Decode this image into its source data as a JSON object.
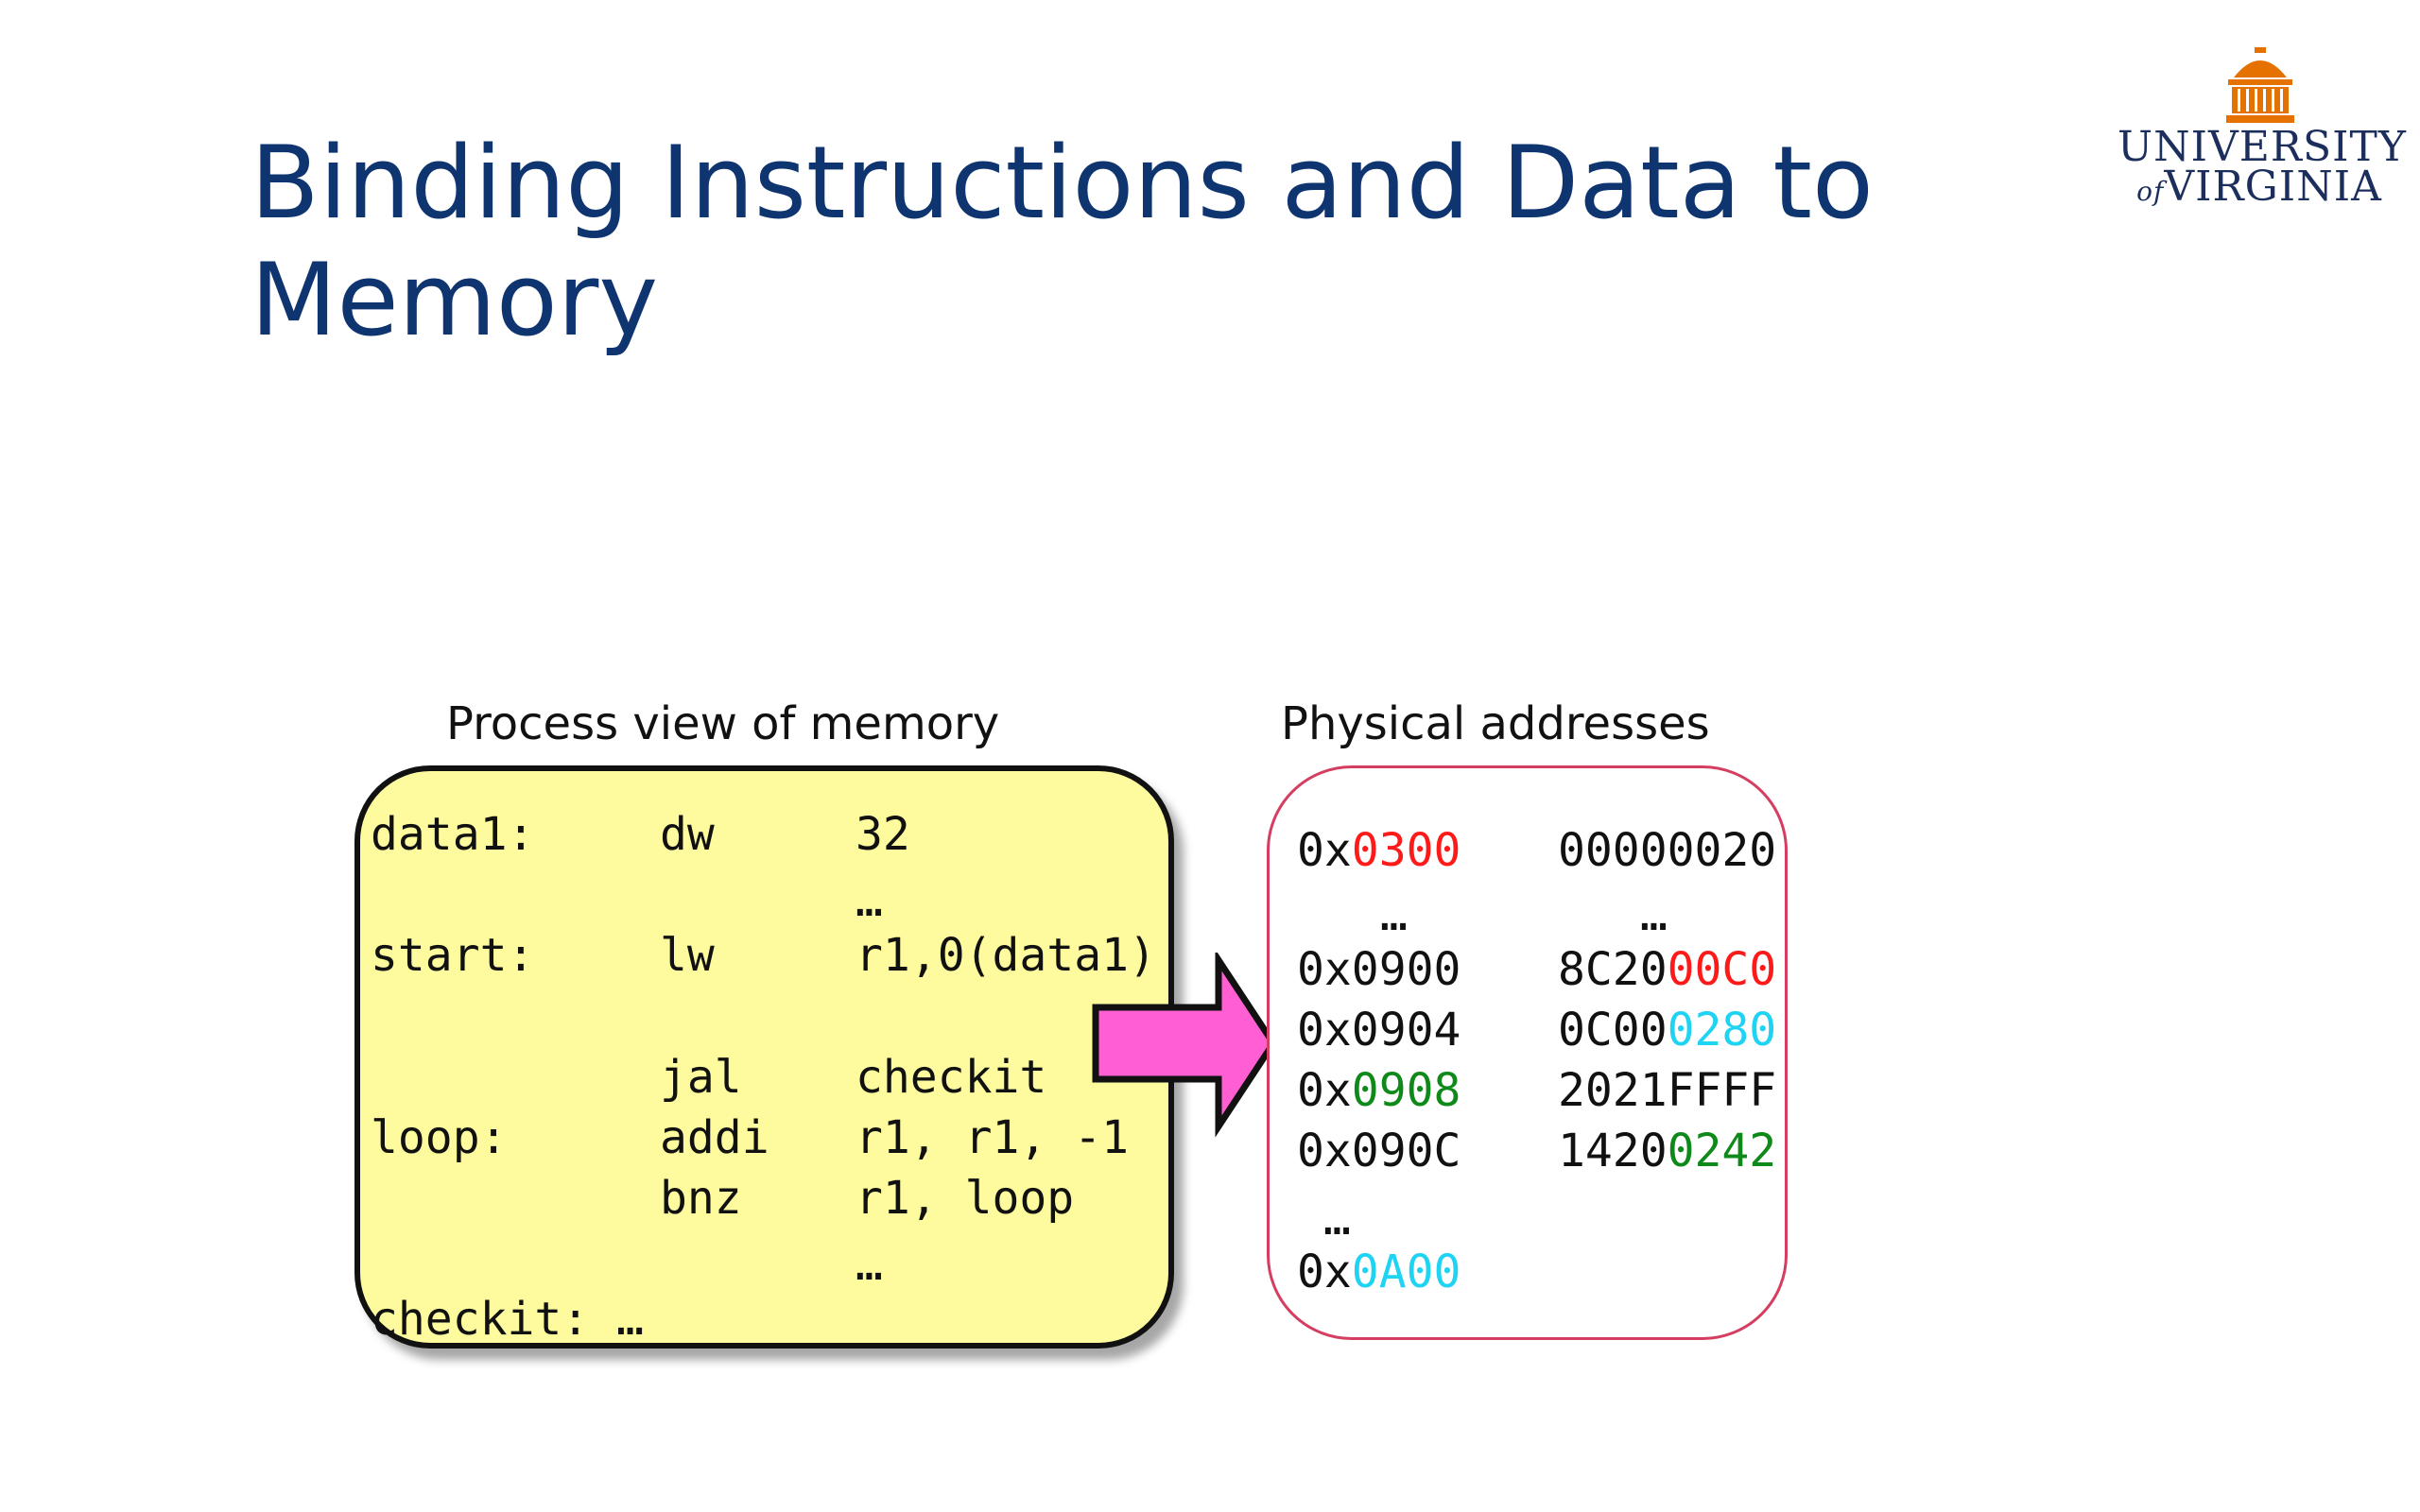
{
  "slide": {
    "title_line1": "Binding Instructions and Data to",
    "title_line2": "Memory"
  },
  "logo": {
    "line1": "UNIVERSITY",
    "of": "of",
    "line2": "VIRGINIA",
    "colors": {
      "rotunda": "#e57200",
      "text": "#1c2f5c"
    }
  },
  "process_view": {
    "caption": "Process view of memory",
    "rows": [
      {
        "label": "data1:",
        "op": "dw",
        "arg": "32"
      },
      {
        "label": "",
        "op": "",
        "arg": "…"
      },
      {
        "label": "start:",
        "op": "lw",
        "arg": "r1,0(data1)"
      },
      {
        "label": "",
        "op": "jal",
        "arg": "checkit"
      },
      {
        "label": "loop:",
        "op": "addi",
        "arg": "r1, r1, -1"
      },
      {
        "label": "",
        "op": "bnz",
        "arg": "r1, loop"
      },
      {
        "label": "",
        "op": "",
        "arg": "…"
      },
      {
        "label": "checkit: …",
        "op": "",
        "arg": ""
      }
    ]
  },
  "physical": {
    "caption": "Physical addresses",
    "r1": {
      "a_pre": "0x",
      "a_hi": "0300",
      "v_pre": "00000020",
      "v_hi": ""
    },
    "r2": {
      "a": "…",
      "v": "…"
    },
    "r3": {
      "a": "0x0900",
      "v_pre": "8C20",
      "v_hi": "00C0"
    },
    "r4": {
      "a": "0x0904",
      "v_pre": "0C00",
      "v_hi": "0280"
    },
    "r5": {
      "a_pre": "0x",
      "a_hi": "0908",
      "v": "2021FFFF"
    },
    "r6": {
      "a": "0x090C",
      "v_pre": "1420",
      "v_hi": "0242"
    },
    "r7": {
      "a": "…"
    },
    "r8": {
      "a_pre": "0x",
      "a_hi": "0A00"
    },
    "colors": {
      "red": "#ff1a1a",
      "green": "#0f8a1a",
      "cyan": "#1fd3f2",
      "box_border": "#d53e60"
    }
  }
}
